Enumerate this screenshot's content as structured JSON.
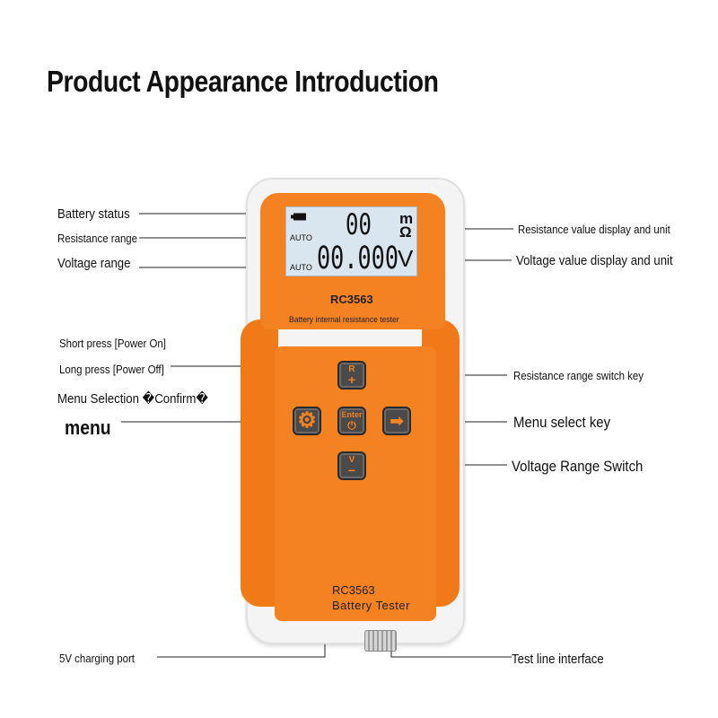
{
  "title": "Product Appearance Introduction",
  "labels": {
    "battery_status": "Battery status",
    "resistance_range": "Resistance range",
    "voltage_range": "Voltage range",
    "short_press": "Short press [Power On]",
    "long_press": "Long press [Power Off]",
    "menu_selection": "Menu Selection �Confirm�",
    "menu": "menu",
    "charging_port": "5V charging port",
    "resistance_display": "Resistance value display and unit",
    "voltage_display": "Voltage value display and unit",
    "resistance_switch": "Resistance range switch key",
    "menu_select_key": "Menu select key",
    "voltage_switch": "Voltage Range Switch",
    "test_line": "Test line interface"
  },
  "device": {
    "lcd": {
      "auto_top": "AUTO",
      "auto_bottom": "AUTO",
      "resistance_value": "00",
      "resistance_unit_top": "m",
      "resistance_unit_bottom": "Ω",
      "voltage_value": "00.000",
      "voltage_unit": "V"
    },
    "model": "RC3563",
    "subtitle": "Battery internal resistance tester",
    "bottom_model": "RC3563",
    "bottom_name": "Battery Tester",
    "buttons": {
      "r_top": "R",
      "r_bottom": "+",
      "enter_top": "Enter",
      "enter_bottom": "⏻",
      "v_top": "V",
      "v_bottom": "−",
      "settings": "⚙",
      "arrow": "➡"
    }
  },
  "colors": {
    "accent": "#f58220",
    "lcd": "#d9e6ef",
    "button": "#4a4a4a"
  }
}
